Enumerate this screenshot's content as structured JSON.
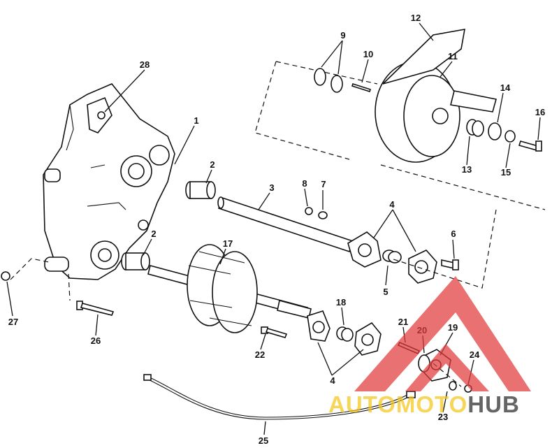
{
  "callouts": {
    "c1": "1",
    "c2a": "2",
    "c2b": "2",
    "c3": "3",
    "c4a": "4",
    "c4b": "4",
    "c5": "5",
    "c6": "6",
    "c7": "7",
    "c8": "8",
    "c9": "9",
    "c10": "10",
    "c11": "11",
    "c12": "12",
    "c13": "13",
    "c14": "14",
    "c15": "15",
    "c16": "16",
    "c17": "17",
    "c18": "18",
    "c19": "19",
    "c20": "20",
    "c21": "21",
    "c22": "22",
    "c23": "23",
    "c24": "24",
    "c25": "25",
    "c26": "26",
    "c27": "27",
    "c28": "28"
  },
  "watermark": {
    "text_part1": "AUTOMOTO",
    "text_part2": "HUB",
    "colors": {
      "yellow": "#f5c518",
      "red": "#e23b3b",
      "dark": "#2a2a2a"
    }
  }
}
